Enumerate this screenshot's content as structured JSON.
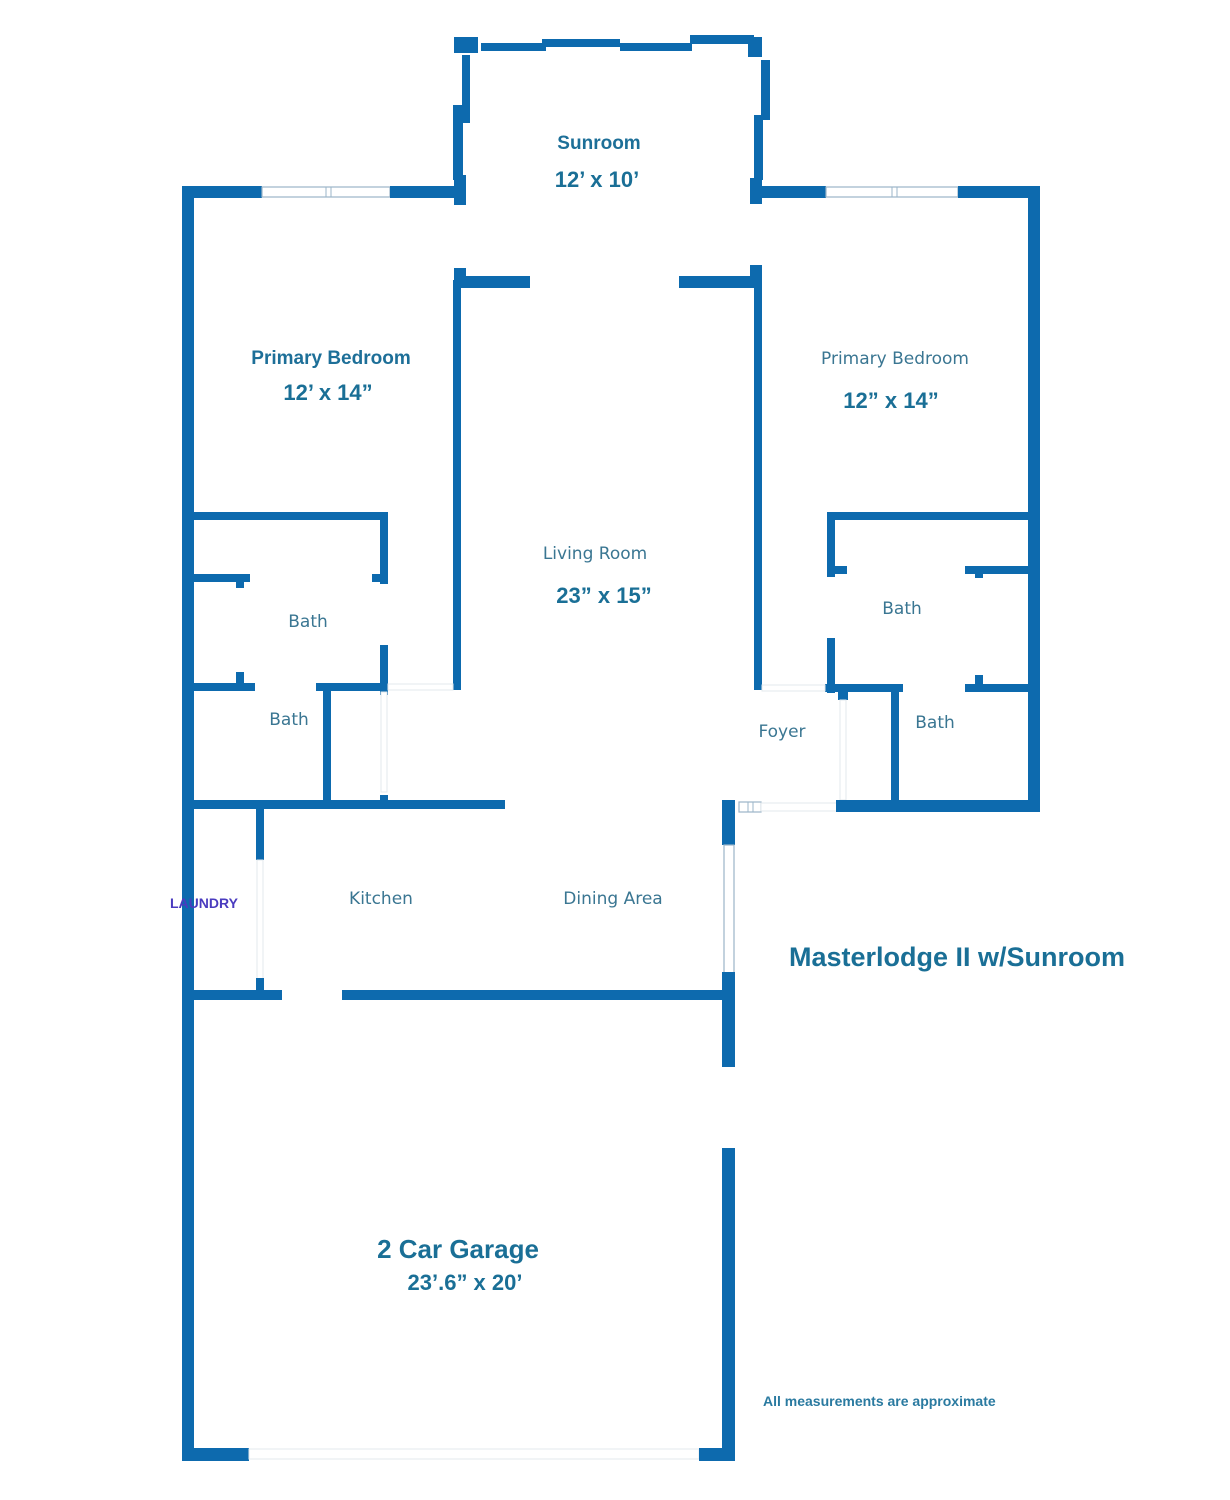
{
  "plan": {
    "title": "Masterlodge II w/Sunroom",
    "note": "All measurements are approximate",
    "wall_color": "#0d6aae",
    "text_color": "#1a6f96"
  },
  "rooms": {
    "sunroom": {
      "name": "Sunroom",
      "dimensions": "12’ x 10’"
    },
    "primary_bedroom_left": {
      "name": "Primary Bedroom",
      "dimensions": "12’ x 14”"
    },
    "primary_bedroom_right": {
      "name": "Primary Bedroom",
      "dimensions": "12” x 14”"
    },
    "living_room": {
      "name": "Living Room",
      "dimensions": "23” x 15”"
    },
    "bath_left_upper": {
      "name": "Bath"
    },
    "bath_left_lower": {
      "name": "Bath"
    },
    "bath_right_upper": {
      "name": "Bath"
    },
    "bath_right_lower": {
      "name": "Bath"
    },
    "foyer": {
      "name": "Foyer"
    },
    "laundry": {
      "name": "LAUNDRY"
    },
    "kitchen": {
      "name": "Kitchen"
    },
    "dining_area": {
      "name": "Dining Area"
    },
    "garage": {
      "name": "2 Car Garage",
      "dimensions": "23’.6” x 20’"
    }
  }
}
